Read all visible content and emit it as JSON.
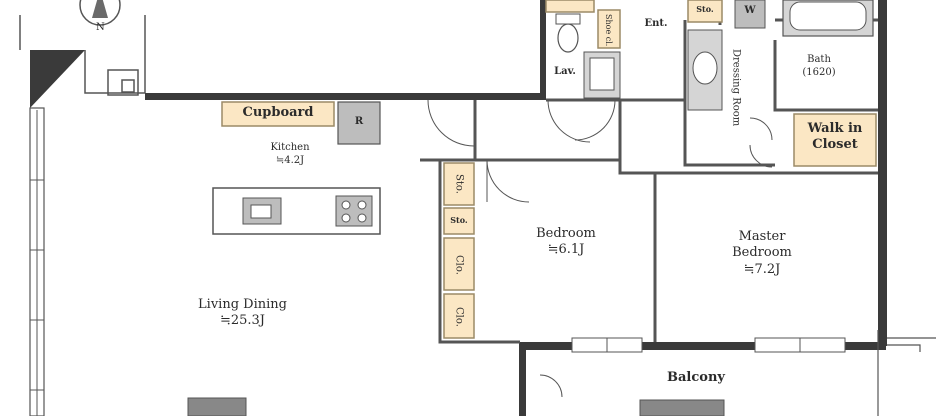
{
  "rooms": {
    "cupboard": "Cupboard",
    "refrigerator": "R",
    "kitchen": {
      "name": "Kitchen",
      "area": "≒4.2J"
    },
    "living_dining": {
      "name": "Living Dining",
      "area": "≒25.3J"
    },
    "bedroom": {
      "name": "Bedroom",
      "area": "≒6.1J"
    },
    "master_bedroom": {
      "name": "Master",
      "name2": "Bedroom",
      "area": "≒7.2J"
    },
    "balcony": "Balcony",
    "lavatory": "Lav.",
    "entrance": "Ent.",
    "storage_entrance": "Sto.",
    "shoe_closet": "Shoe cl.",
    "washer": "W",
    "dressing_room": "Dressing Room",
    "bath": {
      "name": "Bath",
      "size": "(1620)"
    },
    "walk_in_closet": {
      "line1": "Walk in",
      "line2": "Closet"
    },
    "storage_1": "Sto.",
    "storage_2": "Sto.",
    "closet_1": "Clo.",
    "closet_2": "Clo."
  },
  "compass": {
    "north": "N"
  },
  "colors": {
    "wall": "#3a3a3a",
    "storage_fill": "#fbe7c4",
    "storage_stroke": "#9b8a66",
    "fixture_fill": "#bdbdbd",
    "line": "#555555"
  }
}
